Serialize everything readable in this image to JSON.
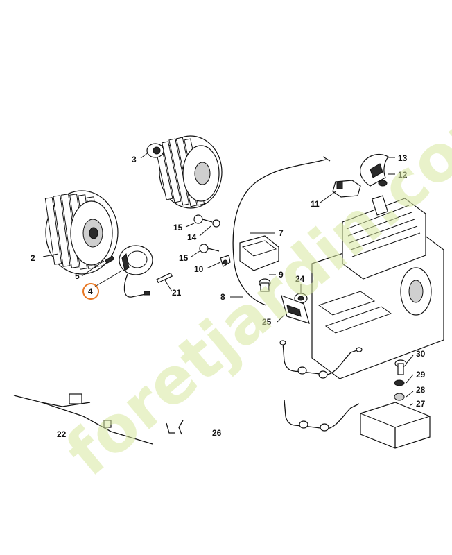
{
  "callouts": [
    {
      "id": "c2",
      "label": "2"
    },
    {
      "id": "c3",
      "label": "3"
    },
    {
      "id": "c4",
      "label": "4",
      "highlighted": true
    },
    {
      "id": "c5",
      "label": "5"
    },
    {
      "id": "c7",
      "label": "7"
    },
    {
      "id": "c8",
      "label": "8"
    },
    {
      "id": "c9",
      "label": "9"
    },
    {
      "id": "c10",
      "label": "10"
    },
    {
      "id": "c11",
      "label": "11"
    },
    {
      "id": "c12",
      "label": "12"
    },
    {
      "id": "c13",
      "label": "13"
    },
    {
      "id": "c14",
      "label": "14"
    },
    {
      "id": "c15a",
      "label": "15"
    },
    {
      "id": "c15b",
      "label": "15"
    },
    {
      "id": "c21",
      "label": "21"
    },
    {
      "id": "c22",
      "label": "22"
    },
    {
      "id": "c24",
      "label": "24"
    },
    {
      "id": "c25",
      "label": "25"
    },
    {
      "id": "c26",
      "label": "26"
    },
    {
      "id": "c27",
      "label": "27"
    },
    {
      "id": "c28",
      "label": "28"
    },
    {
      "id": "c29",
      "label": "29"
    },
    {
      "id": "c30",
      "label": "30"
    }
  ],
  "watermark": {
    "text": "foretjardin.com",
    "colors": [
      "#d8e8a0",
      "#f2c89a",
      "#cfc7b8"
    ]
  },
  "colors": {
    "highlight": "#e87722",
    "line": "#111111"
  }
}
